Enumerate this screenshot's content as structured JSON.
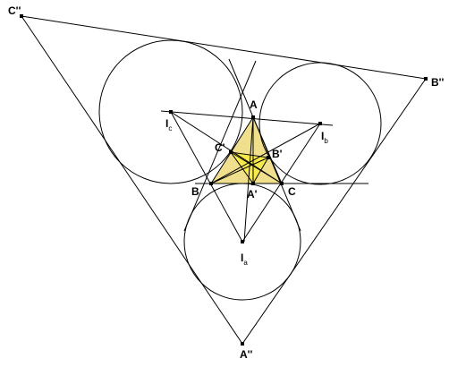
{
  "diagram": {
    "colors": {
      "stroke": "#000000",
      "triangle_fill": "#f0e08e",
      "inner_fill": "#f7ea4a",
      "background": "#ffffff"
    },
    "points": {
      "A": "A",
      "B": "B",
      "C": "C",
      "A1": "A'",
      "B1": "B'",
      "C1": "C'",
      "A2": "A''",
      "B2": "B''",
      "C2": "C''",
      "Ia": {
        "base": "I",
        "sub": "a"
      },
      "Ib": {
        "base": "I",
        "sub": "b"
      },
      "Ic": {
        "base": "I",
        "sub": "c"
      }
    }
  }
}
